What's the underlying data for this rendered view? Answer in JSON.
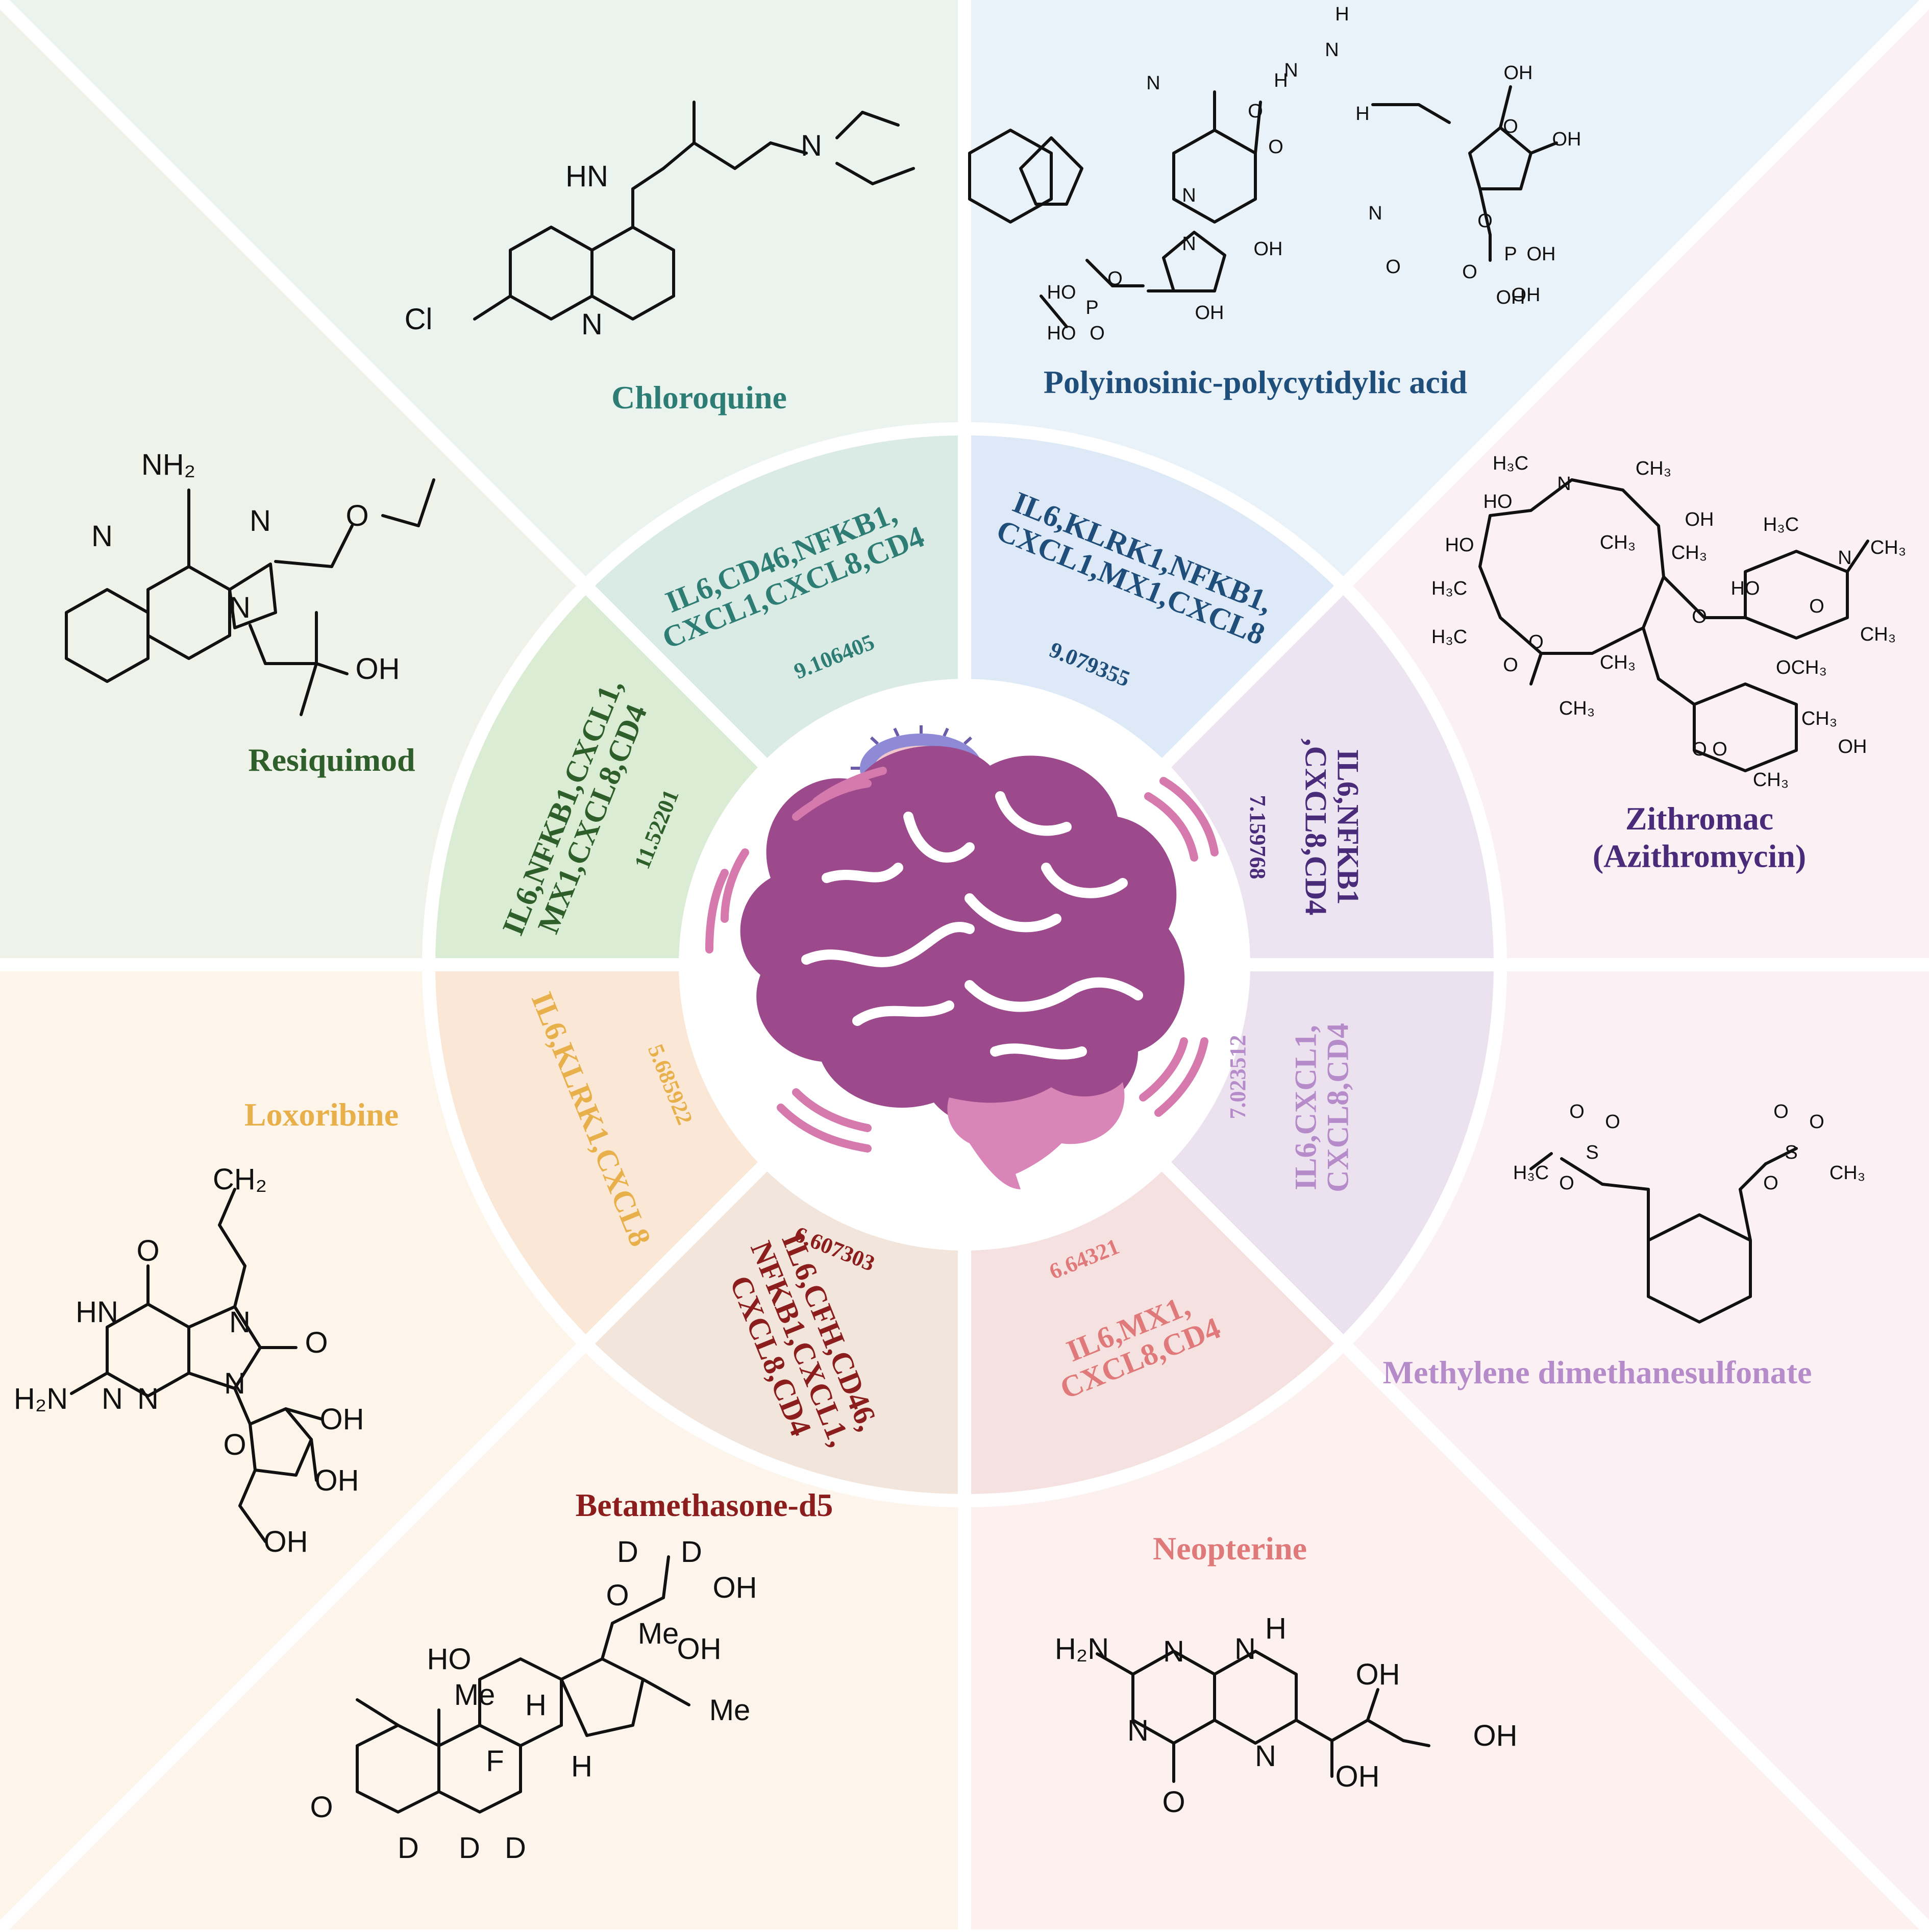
{
  "drugs": [
    {
      "id": "chloroquine",
      "name": "Chloroquine",
      "color": "#2e7d74",
      "genes": [
        "IL6,CD46,NFKB1,",
        "CXCL1,CXCL8,CD4"
      ],
      "score": "9.106405"
    },
    {
      "id": "polyic",
      "name": "Polyinosinic-polycytidylic acid",
      "color": "#1f4e7a",
      "genes": [
        "IL6,KLRK1,NFKB1,",
        "CXCL1,MX1,CXCL8"
      ],
      "score": "9.079355"
    },
    {
      "id": "zithromac",
      "name": [
        "Zithromac",
        "(Azithromycin)"
      ],
      "color": "#4a2b7a",
      "genes": [
        "IL6,NFKB1",
        ",CXCL8,CD4"
      ],
      "score": "7.159768"
    },
    {
      "id": "methylene",
      "name": "Methylene  dimethanesulfonate",
      "color": "#b58bc9",
      "genes": [
        "IL6,CXCL1,",
        "CXCL8,CD4"
      ],
      "score": "7.023512"
    },
    {
      "id": "neopterine",
      "name": "Neopterine",
      "color": "#e07a7a",
      "genes": [
        "IL6,MX1,",
        "CXCL8,CD4"
      ],
      "score": "6.64321"
    },
    {
      "id": "betamethasone",
      "name": "Betamethasone-d5",
      "color": "#8b1d1d",
      "genes": [
        "IL6,CFH,CD46,",
        "NFKB1,CXCL1,",
        "CXCL8,CD4"
      ],
      "score": "6.607303"
    },
    {
      "id": "loxoribine",
      "name": "Loxoribine",
      "color": "#e8b04a",
      "genes": [
        "IL6,KLRK1,CXCL8"
      ],
      "score": "5.685922"
    },
    {
      "id": "resiquimod",
      "name": "Resiquimod",
      "color": "#2e5e2a",
      "genes": [
        "IL6,NFKB1,CXCL1,",
        "MX1,CXCL8,CD4"
      ],
      "score": "11.52201"
    }
  ],
  "atoms": {
    "chloroquine": [
      "HN",
      "N",
      "Cl",
      "N"
    ],
    "polyic": [
      "H",
      "N",
      "H",
      "H",
      "N",
      "O",
      "OH",
      "OH",
      "N",
      "N",
      "O",
      "N",
      "N",
      "O",
      "OH",
      "HO",
      "P",
      "O",
      "HO",
      "O",
      "OH",
      "O",
      "P",
      "OH",
      "O",
      "OH",
      "O",
      "OH"
    ],
    "zithromac": [
      "H₃C",
      "N",
      "CH₃",
      "HO",
      "CH₃",
      "OH",
      "HO",
      "H₃C",
      "CH₃",
      "H₃C",
      "N",
      "CH₃",
      "H₃C",
      "CH₃",
      "HO",
      "O",
      "CH₃",
      "O",
      "O",
      "O",
      "CH₃",
      "OCH₃",
      "O",
      "CH₃",
      "OH",
      "CH₃",
      "O"
    ],
    "resiquimod": [
      "NH₂",
      "N",
      "N",
      "N",
      "O",
      "OH"
    ],
    "loxoribine": [
      "CH₂",
      "O",
      "HN",
      "N",
      "N",
      "O",
      "H₂N",
      "N",
      "N",
      "O",
      "OH",
      "OH",
      "OH"
    ],
    "methylene": [
      "O",
      "O",
      "S",
      "H₃C",
      "O",
      "O",
      "O",
      "S",
      "O",
      "CH₃"
    ],
    "betamethasone": [
      "D",
      "D",
      "O",
      "OH",
      "Me",
      "OH",
      "HO",
      "Me",
      "H",
      "Me",
      "F",
      "H",
      "O",
      "D",
      "D",
      "D"
    ],
    "neopterine": [
      "H",
      "N",
      "H₂N",
      "N",
      "N",
      "N",
      "OH",
      "OH",
      "O",
      "OH"
    ]
  }
}
